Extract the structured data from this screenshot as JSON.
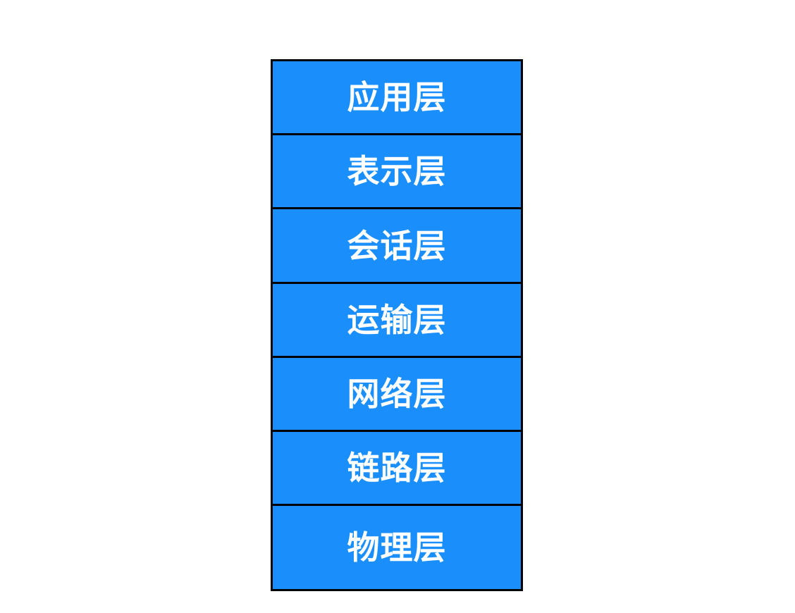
{
  "colors": {
    "layer_fill": "#1a8ffc",
    "border": "#000000",
    "label_text": "#ffffff",
    "background": "#ffffff"
  },
  "layers": [
    {
      "label": "应用层"
    },
    {
      "label": "表示层"
    },
    {
      "label": "会话层"
    },
    {
      "label": "运输层"
    },
    {
      "label": "网络层"
    },
    {
      "label": "链路层"
    },
    {
      "label": "物理层"
    }
  ]
}
